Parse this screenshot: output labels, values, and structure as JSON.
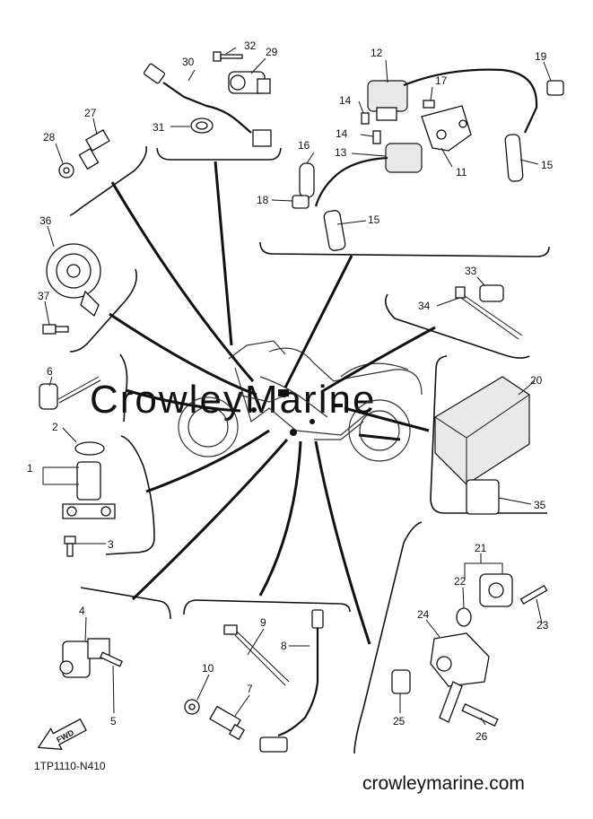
{
  "watermark": "CrowleyMarine",
  "footer_url": "crowleymarine.com",
  "diagram_code": "1TP1110-N410",
  "fwd_label": "FWD",
  "callouts": {
    "c1": "1",
    "c2": "2",
    "c3": "3",
    "c4": "4",
    "c5": "5",
    "c6": "6",
    "c7": "7",
    "c8": "8",
    "c9": "9",
    "c10": "10",
    "c11": "11",
    "c12": "12",
    "c13": "13",
    "c14a": "14",
    "c14b": "14",
    "c15a": "15",
    "c15b": "15",
    "c16": "16",
    "c17": "17",
    "c18": "18",
    "c19": "19",
    "c20": "20",
    "c21": "21",
    "c22": "22",
    "c23": "23",
    "c24": "24",
    "c25": "25",
    "c26": "26",
    "c27": "27",
    "c28": "28",
    "c29": "29",
    "c30": "30",
    "c31": "31",
    "c32": "32",
    "c33": "33",
    "c34": "34",
    "c35": "35",
    "c36": "36",
    "c37": "37"
  }
}
